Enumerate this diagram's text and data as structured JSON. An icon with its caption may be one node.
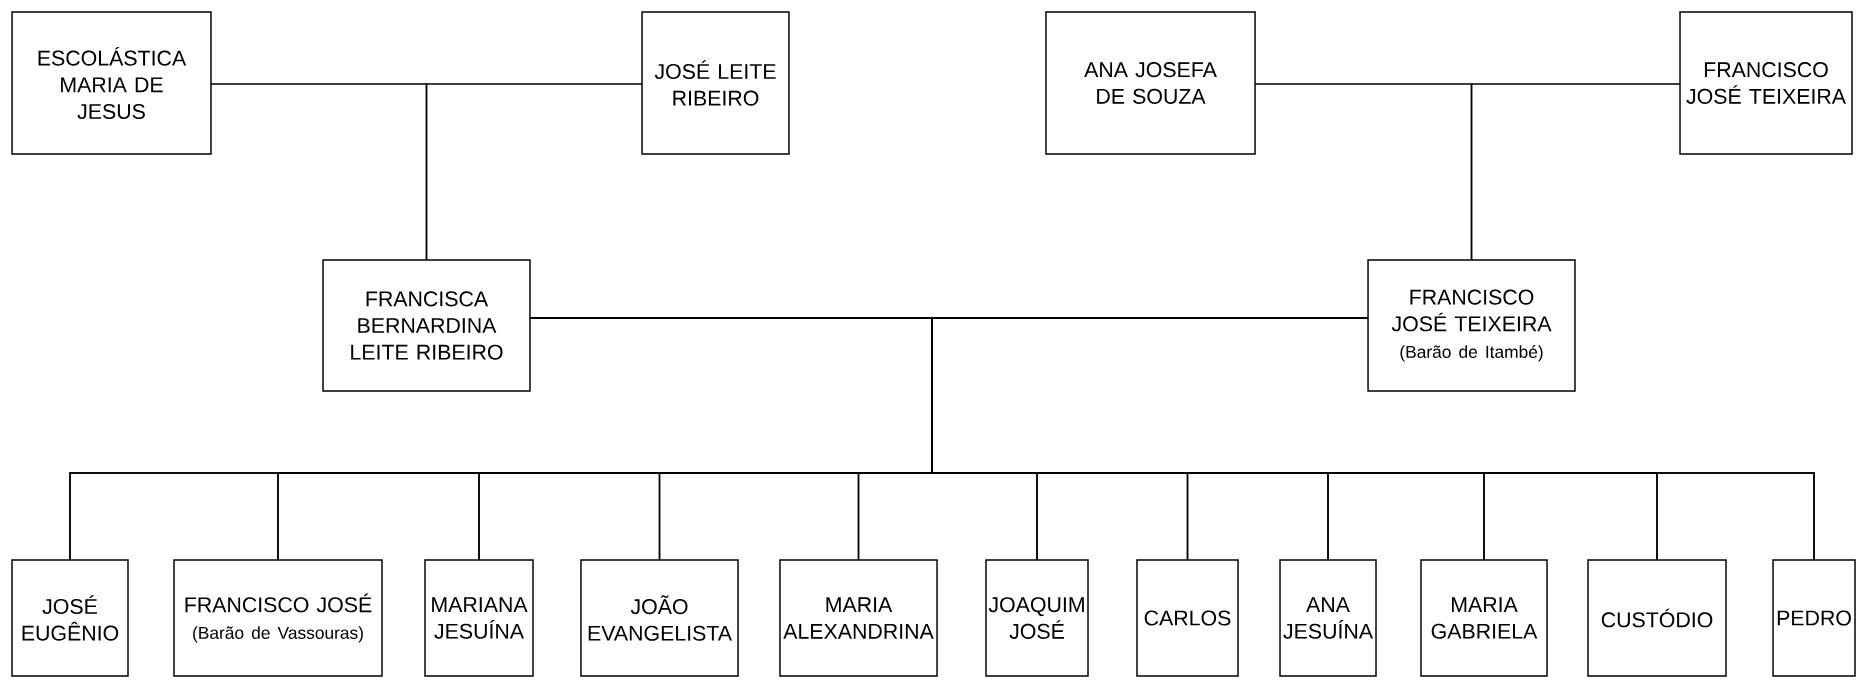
{
  "diagram": {
    "nodes": [
      {
        "text": [
          "ESCOLÁSTICA MARIA DE JESUS"
        ]
      },
      {
        "text": [
          "JOSÉ LEITE RIBEIRO"
        ]
      },
      {
        "text": [
          "ANA JOSEFA DE SOUZA"
        ]
      },
      {
        "text": [
          "FRANCISCO JOSÉ TEIXEIRA"
        ]
      },
      {
        "text": [
          "FRANCISCA BERNARDINA LEITE RIBEIRO"
        ]
      },
      {
        "text": [
          "FRANCISCO JOSÉ TEIXEIRA",
          "(Barão de Itambé)"
        ]
      },
      {
        "text": [
          "JOSÉ EUGÊNIO"
        ]
      },
      {
        "text": [
          "FRANCISCO JOSÉ",
          "(Barão de Vassouras)"
        ]
      },
      {
        "text": [
          "MARIANA JESUÍNA"
        ]
      },
      {
        "text": [
          "JOÃO EVANGELISTA"
        ]
      },
      {
        "text": [
          "MARIA ALEXANDRINA"
        ]
      },
      {
        "text": [
          "JOAQUIM JOSÉ"
        ]
      },
      {
        "text": [
          "CARLOS"
        ]
      },
      {
        "text": [
          "ANA JESUÍNA"
        ]
      },
      {
        "text": [
          "MARIA GABRIELA"
        ]
      },
      {
        "text": [
          "CUSTÓDIO"
        ]
      },
      {
        "text": [
          "PEDRO"
        ]
      }
    ],
    "edges": [
      {
        "from": 0,
        "to": 4,
        "arrow": "none"
      },
      {
        "from": 1,
        "to": 4,
        "arrow": "none"
      },
      {
        "from": 2,
        "to": 5,
        "arrow": "none"
      },
      {
        "from": 3,
        "to": 5,
        "arrow": "none"
      },
      {
        "from": 4,
        "to": 6,
        "arrow": "none"
      },
      {
        "from": 5,
        "to": 6,
        "arrow": "none"
      },
      {
        "from": 4,
        "to": 7,
        "arrow": "none"
      },
      {
        "from": 5,
        "to": 7,
        "arrow": "none"
      },
      {
        "from": 4,
        "to": 8,
        "arrow": "none"
      },
      {
        "from": 5,
        "to": 8,
        "arrow": "none"
      },
      {
        "from": 4,
        "to": 9,
        "arrow": "none"
      },
      {
        "from": 5,
        "to": 9,
        "arrow": "none"
      },
      {
        "from": 4,
        "to": 10,
        "arrow": "none"
      },
      {
        "from": 5,
        "to": 10,
        "arrow": "none"
      },
      {
        "from": 4,
        "to": 11,
        "arrow": "none"
      },
      {
        "from": 5,
        "to": 11,
        "arrow": "none"
      },
      {
        "from": 4,
        "to": 12,
        "arrow": "none"
      },
      {
        "from": 5,
        "to": 12,
        "arrow": "none"
      },
      {
        "from": 4,
        "to": 13,
        "arrow": "none"
      },
      {
        "from": 5,
        "to": 13,
        "arrow": "none"
      },
      {
        "from": 4,
        "to": 14,
        "arrow": "none"
      },
      {
        "from": 5,
        "to": 14,
        "arrow": "none"
      },
      {
        "from": 4,
        "to": 15,
        "arrow": "none"
      },
      {
        "from": 5,
        "to": 15,
        "arrow": "none"
      },
      {
        "from": 4,
        "to": 16,
        "arrow": "none"
      },
      {
        "from": 5,
        "to": 16,
        "arrow": "none"
      }
    ]
  }
}
